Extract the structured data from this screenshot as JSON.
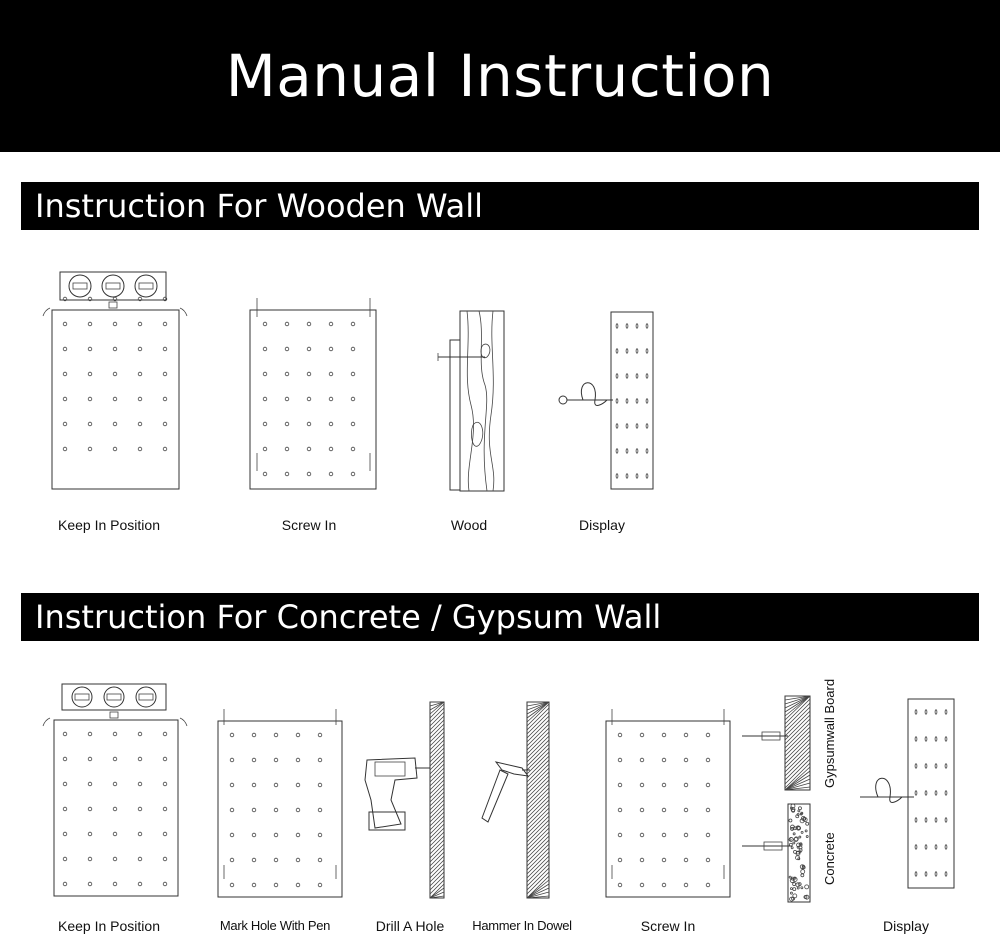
{
  "header": {
    "title": "Manual Instruction"
  },
  "sections": [
    {
      "title": "Instruction For Wooden Wall",
      "steps": [
        "Keep In Position",
        "Screw In",
        "Wood",
        "Display"
      ]
    },
    {
      "title": "Instruction For Concrete / Gypsum Wall",
      "steps": [
        "Keep In Position",
        "Mark Hole With Pen",
        "Drill A Hole",
        "Hammer In Dowel",
        "Screw In",
        "Display"
      ],
      "wall_labels": [
        "Gypsumwall Board",
        "Concrete"
      ]
    }
  ]
}
